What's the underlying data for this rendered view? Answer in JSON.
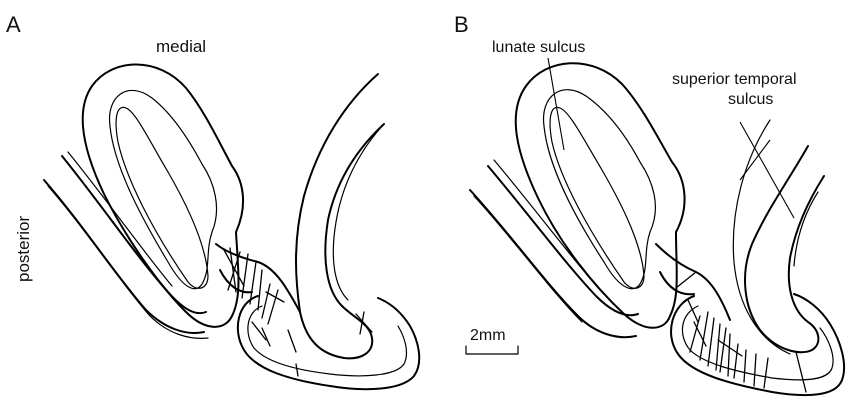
{
  "panel_a": {
    "letter": "A",
    "medial_label": "medial",
    "posterior_label": "posterior"
  },
  "panel_b": {
    "letter": "B",
    "lunate_label": "lunate sulcus",
    "sts_label_line1": "superior temporal",
    "sts_label_line2": "sulcus",
    "scale_label": "2mm"
  }
}
